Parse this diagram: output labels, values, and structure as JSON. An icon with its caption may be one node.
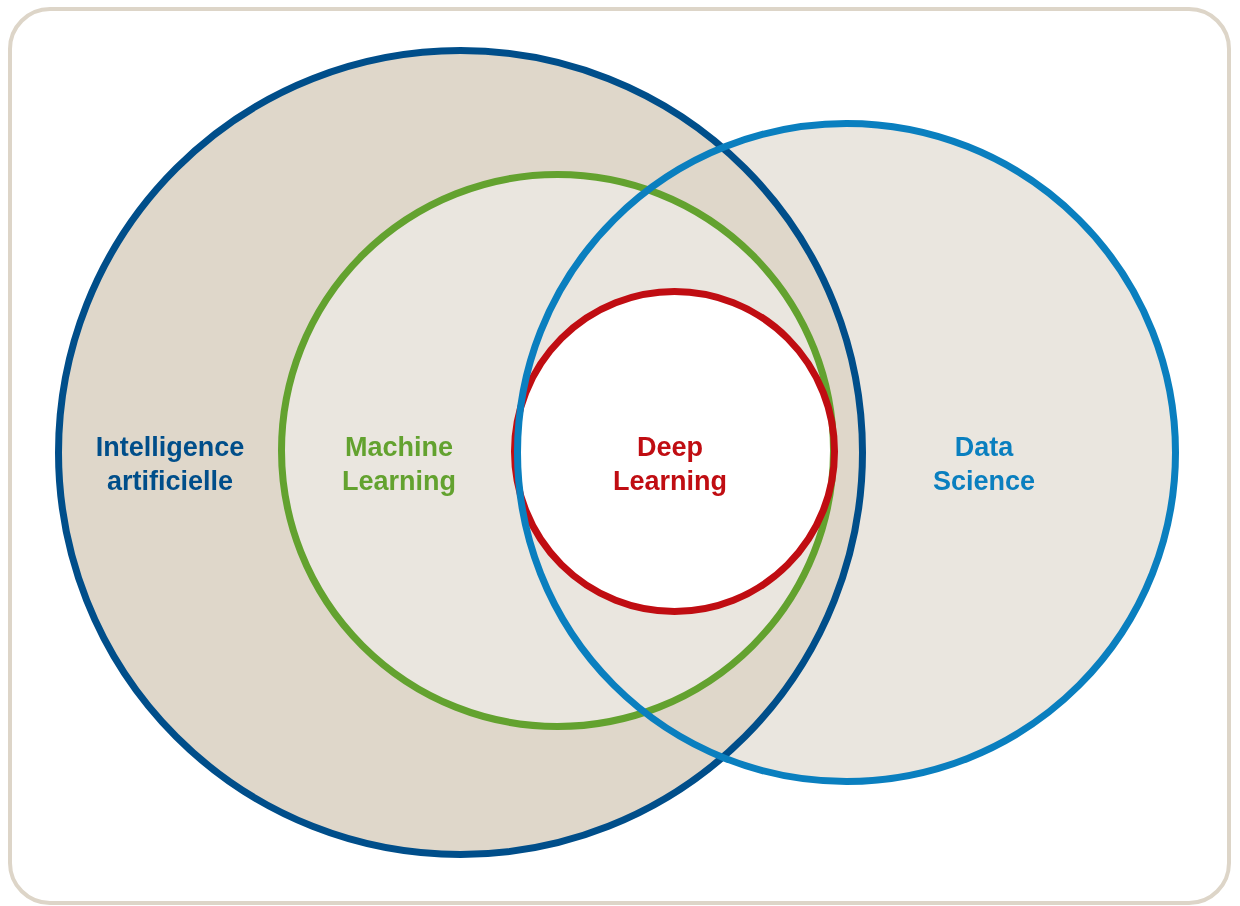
{
  "diagram": {
    "nodes": [
      {
        "text": [
          "Intelligence artificielle"
        ]
      },
      {
        "text": [
          "Machine Learning"
        ],
        "in": 0
      },
      {
        "text": [
          "Deep Learning"
        ]
      },
      {
        "text": [
          "Data Science"
        ]
      }
    ]
  }
}
